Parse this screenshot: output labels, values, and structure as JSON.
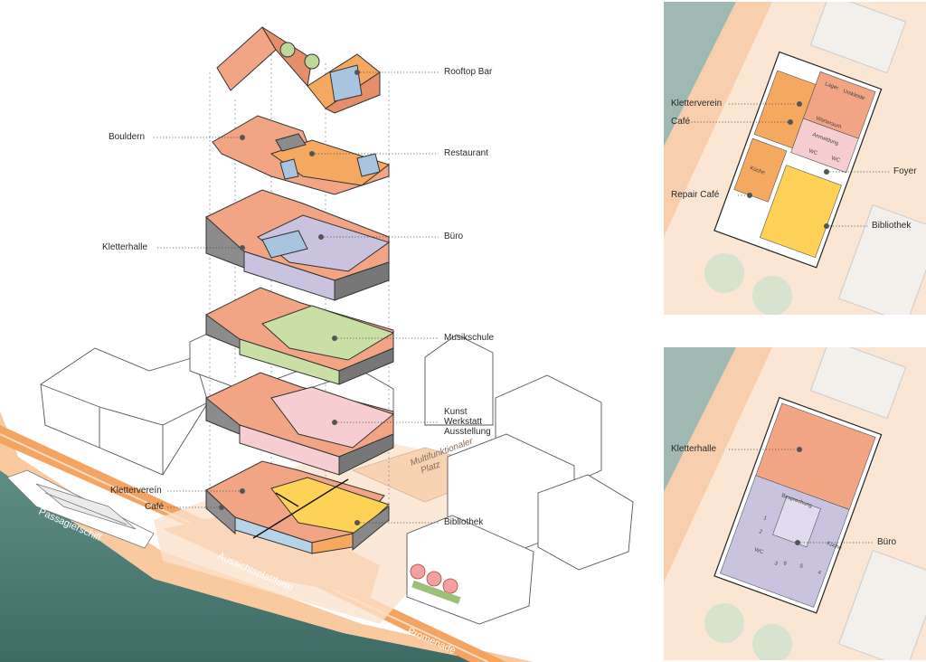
{
  "axonometric": {
    "labels_right": [
      "Rooftop Bar",
      "Restaurant",
      "Büro",
      "Musikschule",
      "Kunst\nWerkstatt\nAusstellung",
      "Bibliothek"
    ],
    "labels_left": [
      "Bouldern",
      "Kletterhalle",
      "Klettervereín",
      "Café"
    ],
    "site_labels": {
      "platz": "Multifunktionaler\nPlatz",
      "ship": "Passagierschiff",
      "platform": "Aussichtsplattform",
      "promenade": "Promenade"
    }
  },
  "plan_ground": {
    "labels_left": [
      "Kletterverein",
      "Café",
      "Repair Café"
    ],
    "labels_right": [
      "Foyer",
      "Bibliothek"
    ],
    "rooms": [
      "Lager",
      "Umkleide",
      "Warteraum",
      "Anmeldung",
      "WC",
      "WC",
      "Küche"
    ]
  },
  "plan_upper": {
    "label_left": "Kletterhalle",
    "label_right": "Büro",
    "rooms": [
      "Küche",
      "WC",
      "1",
      "2",
      "3",
      "4",
      "5",
      "6",
      "Besprechung"
    ]
  },
  "colors": {
    "climbing": "#f2a584",
    "restaurant": "#f4a860",
    "office": "#c9c3e0",
    "music": "#c9dfa6",
    "art": "#f6cdd0",
    "library": "#fdd257",
    "water": "#4a7a71",
    "promenade": "#f6b884"
  }
}
